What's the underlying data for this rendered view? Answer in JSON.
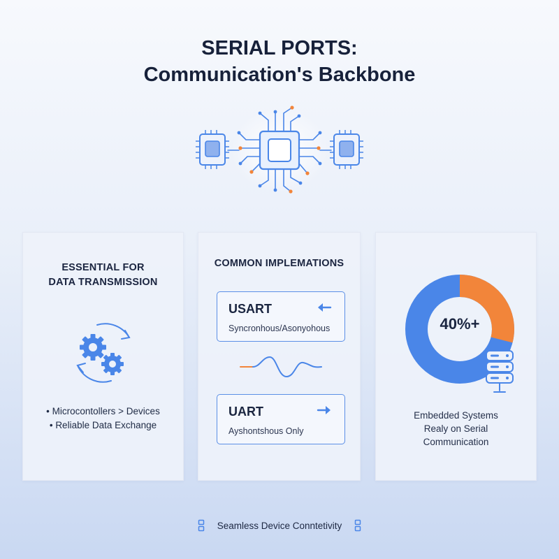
{
  "title": {
    "line1": "SERIAL PORTS:",
    "line2": "Communication's Backbone"
  },
  "hero": {
    "icon": "circuit-chip-icon",
    "accent": "#4a86e8",
    "highlight": "#f2853a"
  },
  "cards": {
    "transmission": {
      "heading_line1": "ESSENTIAL FOR",
      "heading_line2": "DATA TRANSMISSION",
      "icon": "gears-cycle-icon",
      "bullets": [
        "Microcontollers > Devices",
        "Reliable Data Exchange"
      ]
    },
    "implementations": {
      "heading": "COMMON IMPLEMATIONS",
      "items": [
        {
          "name": "USART",
          "description": "Syncronhous/Asonyohous",
          "arrow": "arrow-left-icon"
        },
        {
          "name": "UART",
          "description": "Ayshontshous Only",
          "arrow": "arrow-right-icon"
        }
      ],
      "divider_icon": "signal-wave-icon"
    },
    "embedded": {
      "stat": "40%+",
      "share": 0.29,
      "colors": {
        "primary": "#4a86e8",
        "secondary": "#f2853a"
      },
      "icon": "database-icon",
      "caption_line1": "Embedded Systems",
      "caption_line2": "Realy on Serial",
      "caption_line3": "Communication"
    }
  },
  "footer": {
    "text": "Seamless Device Conntetivity",
    "icon": "connector-icon"
  }
}
